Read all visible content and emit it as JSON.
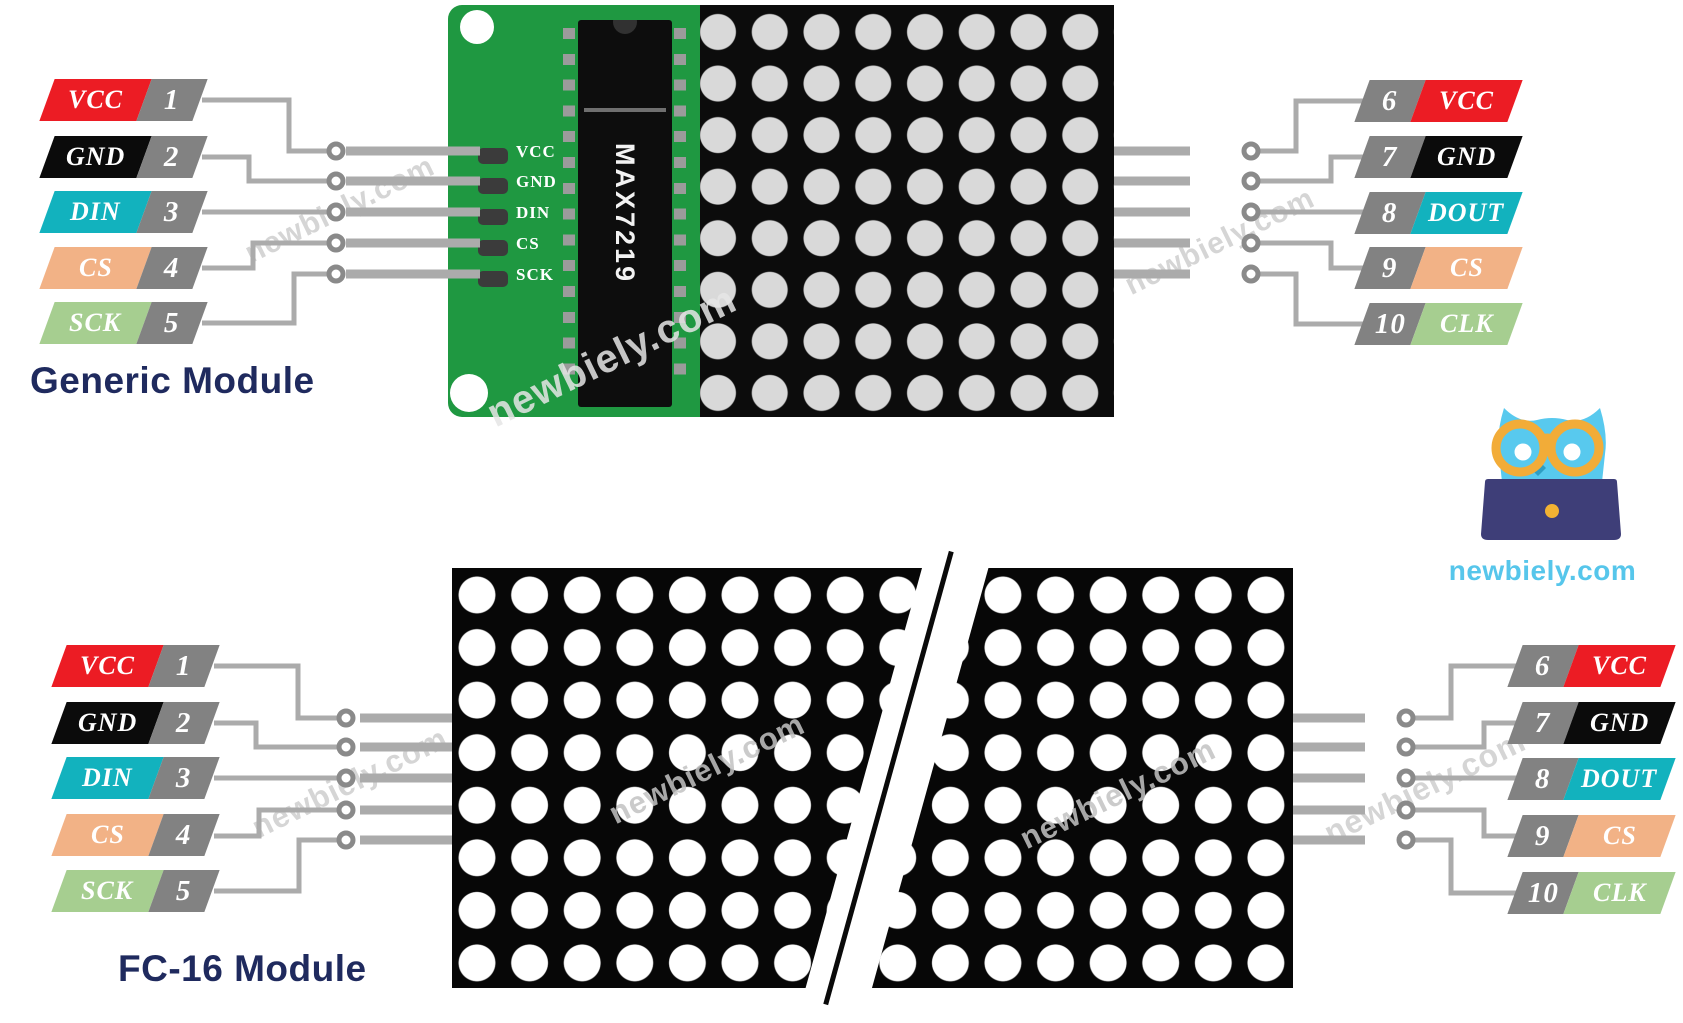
{
  "titles": {
    "top_module": "Generic Module",
    "bottom_module": "FC-16 Module"
  },
  "watermark_text": "newbiely.com",
  "logo": {
    "caption": "newbiely.com"
  },
  "chip": {
    "name": "MAX7219",
    "pcb_pin_labels": [
      "VCC",
      "GND",
      "DIN",
      "CS",
      "SCK"
    ]
  },
  "pins": {
    "left": [
      {
        "label": "VCC",
        "num": "1",
        "color": "#EC1C24"
      },
      {
        "label": "GND",
        "num": "2",
        "color": "#0B0B0B"
      },
      {
        "label": "DIN",
        "num": "3",
        "color": "#12B2BE"
      },
      {
        "label": "CS",
        "num": "4",
        "color": "#F2B286"
      },
      {
        "label": "SCK",
        "num": "5",
        "color": "#A6CE90"
      }
    ],
    "right": [
      {
        "num": "6",
        "label": "VCC",
        "color": "#EC1C24"
      },
      {
        "num": "7",
        "label": "GND",
        "color": "#0B0B0B"
      },
      {
        "num": "8",
        "label": "DOUT",
        "color": "#12B2BE"
      },
      {
        "num": "9",
        "label": "CS",
        "color": "#F2B286"
      },
      {
        "num": "10",
        "label": "CLK",
        "color": "#A6CE90"
      }
    ]
  },
  "colors": {
    "pcb": "#1F9841",
    "navy": "#1F2A5E",
    "logo-blue": "#56C6EB",
    "num-grey": "#828282",
    "wire": "#ABABAB",
    "dot-top": "#D9D9D9",
    "dot-bottom": "#FFFFFF"
  }
}
